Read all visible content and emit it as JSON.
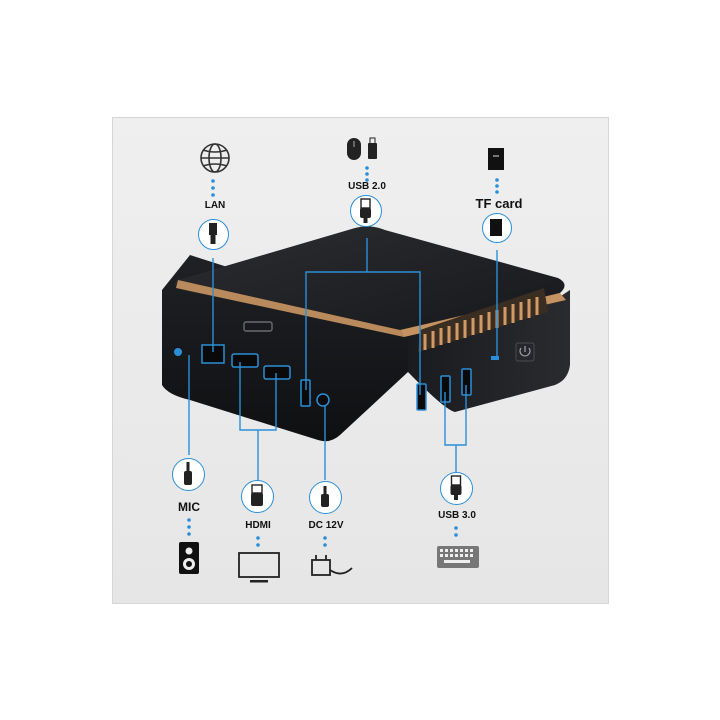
{
  "labels": {
    "lan": "LAN",
    "usb2": "USB 2.0",
    "tf": "TF card",
    "mic": "MIC",
    "hdmi": "HDMI",
    "dc": "DC 12V",
    "usb3": "USB 3.0"
  },
  "icons": {
    "lan": "globe-icon",
    "usb2_top": "mouse-icon",
    "usb2_plug": "usb-plug-icon",
    "tf_top": "sd-card-icon",
    "tf_plug": "micro-sd-card-icon",
    "mic_plug": "audio-jack-icon",
    "mic_device": "speaker-icon",
    "hdmi_plug": "hdmi-plug-icon",
    "hdmi_device": "monitor-icon",
    "dc_plug": "dc-barrel-plug-icon",
    "dc_device": "power-adapter-icon",
    "usb3_plug": "usb-plug-icon",
    "usb3_device": "keyboard-icon",
    "power": "power-icon"
  },
  "colors": {
    "accent": "#2a8fd8",
    "device_body": "#1e1f22",
    "vent_copper": "#c59262"
  }
}
